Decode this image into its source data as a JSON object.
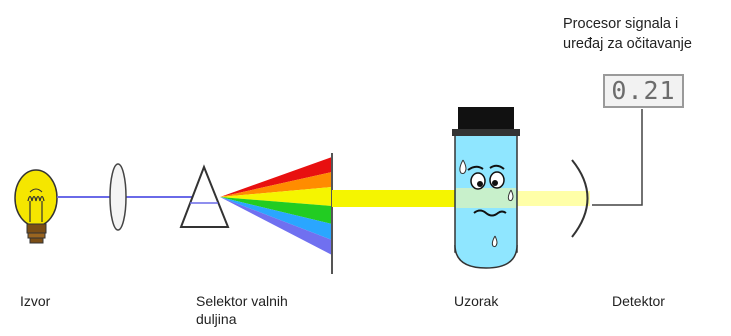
{
  "labels": {
    "source": "Izvor",
    "selector_line1": "Selektor valnih",
    "selector_line2": "duljina",
    "sample": "Uzorak",
    "detector": "Detektor",
    "processor_line1": "Procesor signala i",
    "processor_line2": "uređaj za očitavanje"
  },
  "readout": {
    "value": "0.21"
  },
  "colors": {
    "bulb": "#f5e600",
    "beam": "#6a6ae8",
    "spectrum": [
      "#e81010",
      "#ff8c00",
      "#f5f500",
      "#22cc22",
      "#2aa6ff",
      "#7070f0"
    ],
    "transmitted_beam": "#ffff33",
    "tube_liquid": "#8fe6ff",
    "cap": "#111111"
  },
  "icons": [
    "light-bulb-icon",
    "lens-icon",
    "prism-icon",
    "test-tube-face-icon"
  ]
}
